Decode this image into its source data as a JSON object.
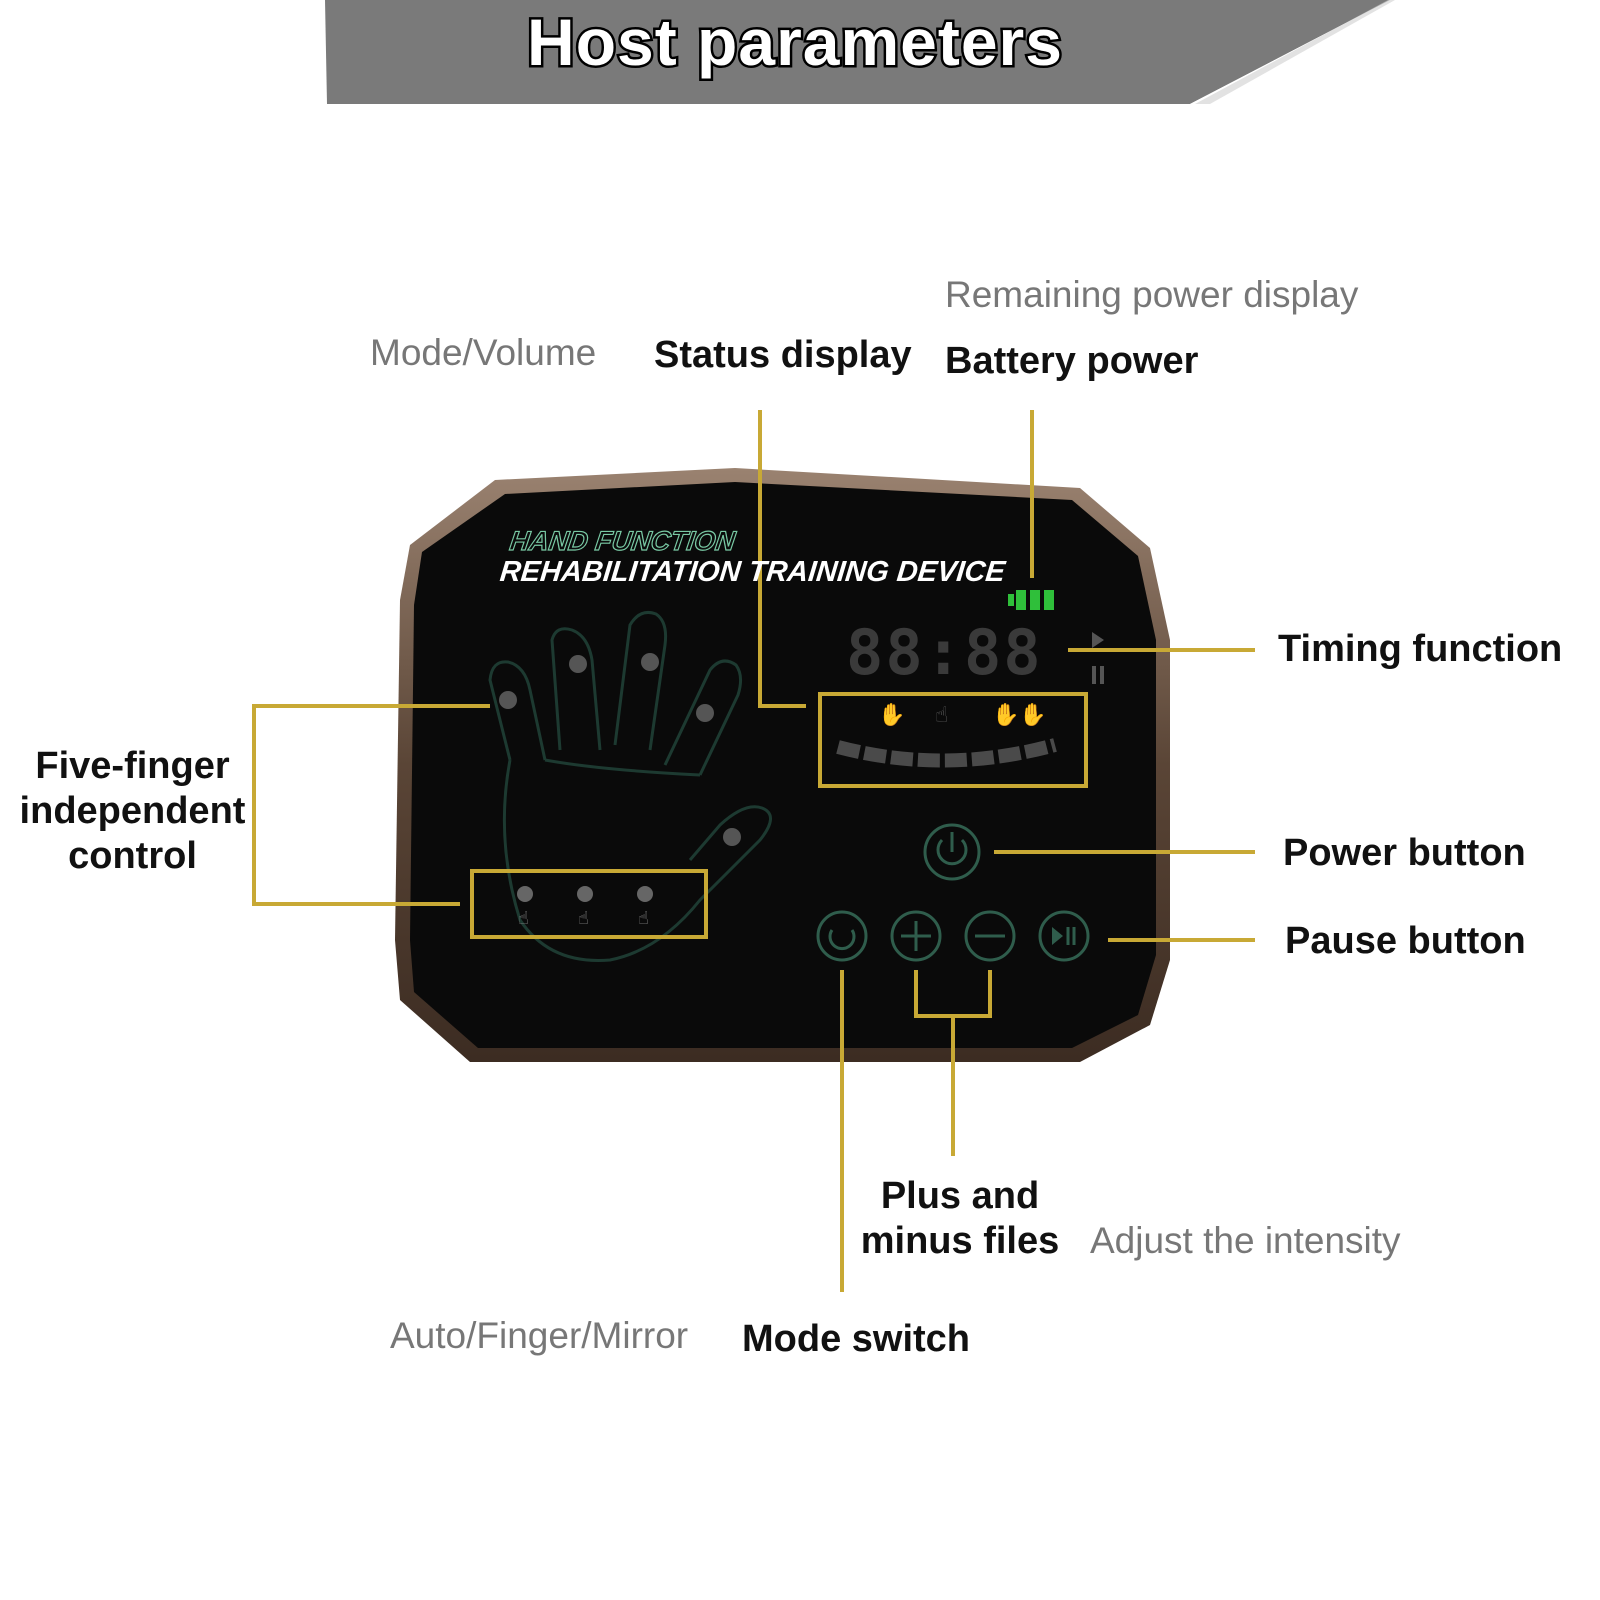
{
  "title": "Host parameters",
  "device": {
    "brand_line1": "HAND FUNCTION",
    "brand_line2": "REHABILITATION TRAINING DEVICE",
    "timer_digits": "88:88"
  },
  "labels": {
    "remaining_power_display": "Remaining power display",
    "mode_volume": "Mode/Volume",
    "status_display": "Status display",
    "battery_power": "Battery power",
    "timing_function": "Timing function",
    "five_finger": [
      "Five-finger",
      "independent",
      "control"
    ],
    "power_button": "Power button",
    "pause_button": "Pause button",
    "plus_minus": [
      "Plus and",
      "minus files"
    ],
    "adjust_intensity": "Adjust the intensity",
    "auto_finger_mirror": "Auto/Finger/Mirror",
    "mode_switch": "Mode switch"
  },
  "colors": {
    "callout": "#c8a935",
    "device_body": "#0a0a0a",
    "device_rim": "#6b5343",
    "battery_green": "#2fbf3a",
    "button_teal": "#2f5d4c"
  },
  "icons": [
    "power-icon",
    "mode-icon",
    "plus-icon",
    "minus-icon",
    "play-pause-icon",
    "hand-outline-icon",
    "battery-icon"
  ]
}
